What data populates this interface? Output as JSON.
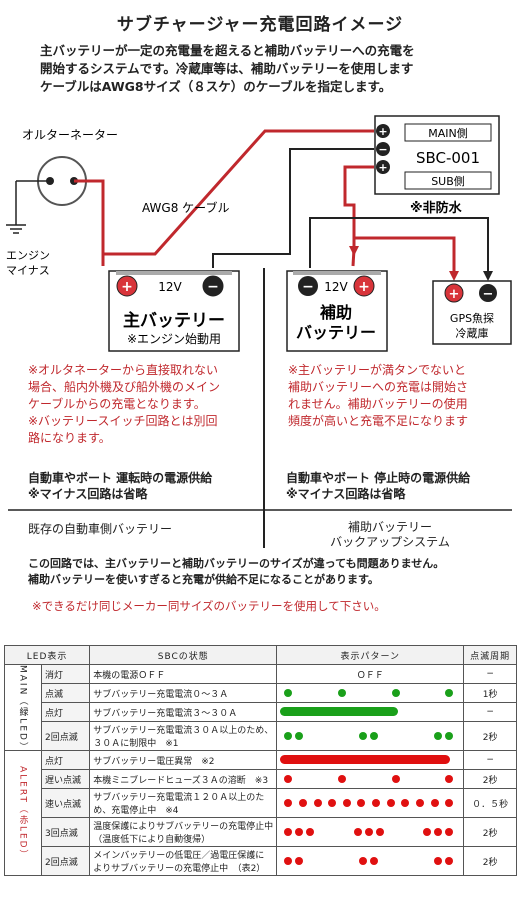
{
  "title": "サブチャージャー充電回路イメージ",
  "intro": [
    "主バッテリーが一定の充電量を超えると補助バッテリーへの充電を",
    "開始するシステムです。冷蔵庫等は、補助バッテリーを使用します",
    "ケーブルはAWG8サイズ（８スケ）のケーブルを指定します。"
  ],
  "diagram": {
    "alternator": "オルターネーター",
    "engine_minus": [
      "エンジン",
      "マイナス"
    ],
    "awg": "AWG8 ケーブル",
    "sbc": {
      "main": "MAIN側",
      "name": "SBC-001",
      "sub": "SUB側",
      "note": "※非防水"
    },
    "main_batt": {
      "volt": "12V",
      "name": "主バッテリー",
      "sub": "※エンジン始動用"
    },
    "aux_batt": {
      "volt": "12V",
      "name1": "補助",
      "name2": "バッテリー"
    },
    "load": {
      "line1": "GPS魚探",
      "line2": "冷蔵庫"
    },
    "plus": "+",
    "minus": "−"
  },
  "left_note": [
    "※オルタネーターから直接取れない",
    "場合、船内外機及び船外機のメイン",
    "ケーブルからの充電となります。",
    "※バッテリースイッチ回路とは別回",
    "路になります。"
  ],
  "right_note": [
    "※主バッテリーが満タンでないと",
    "補助バッテリーへの充電は開始さ",
    "れません。補助バッテリーの使用",
    "頻度が高いと充電不足になります"
  ],
  "left_supply": [
    "自動車やボート 運転時の電源供給",
    "※マイナス回路は省略"
  ],
  "right_supply": [
    "自動車やボート 停止時の電源供給",
    "※マイナス回路は省略"
  ],
  "left_label": "既存の自動車側バッテリー",
  "right_label": [
    "補助バッテリー",
    "バックアップシステム"
  ],
  "footer": [
    "この回路では、主バッテリーと補助バッテリーのサイズが違っても問題ありません。",
    "補助バッテリーを使いすぎると充電が供給不足になることがあります。"
  ],
  "footer_red": "※できるだけ同じメーカー同サイズのバッテリーを使用して下さい。",
  "table": {
    "headers": [
      "LED表示",
      "SBCの状態",
      "表示パターン",
      "点滅周期"
    ],
    "main_group": "MAIN（緑LED）",
    "alert_group": "ALERT（赤LED）",
    "rows": [
      {
        "mode": "消灯",
        "state": "本機の電源ＯＦＦ",
        "pattern_text": "ＯＦＦ",
        "cycle": "−"
      },
      {
        "mode": "点滅",
        "state": "サブバッテリー充電電流０～３Ａ",
        "cycle": "1秒"
      },
      {
        "mode": "点灯",
        "state": "サブバッテリー充電電流３～３０Ａ",
        "cycle": "−"
      },
      {
        "mode": "2回点滅",
        "state": "サブバッテリー充電電流３０Ａ以上のため、３０Ａに制限中　※1",
        "cycle": "2秒"
      },
      {
        "mode": "点灯",
        "state": "サブバッテリー電圧異常　※2",
        "cycle": "−"
      },
      {
        "mode": "遅い点滅",
        "state": "本機ミニブレードヒューズ３Ａの溶断　※3",
        "cycle": "2秒"
      },
      {
        "mode": "速い点滅",
        "state": "サブバッテリー充電電流１２０Ａ以上のため、充電停止中　※4",
        "cycle": "０．５秒"
      },
      {
        "mode": "3回点滅",
        "state": "温度保護によりサブバッテリーの充電停止中（温度低下により自動復帰）",
        "cycle": "2秒"
      },
      {
        "mode": "2回点滅",
        "state": "メインバッテリーの低電圧／過電圧保護によりサブバッテリーの充電停止中　（表2）",
        "cycle": "2秒"
      }
    ]
  },
  "colors": {
    "wire_red": "#c0282d",
    "terminal_red": "#d8343a",
    "accent_red": "#c0282d",
    "led_green": "#1aa01a",
    "led_red": "#e01010"
  }
}
